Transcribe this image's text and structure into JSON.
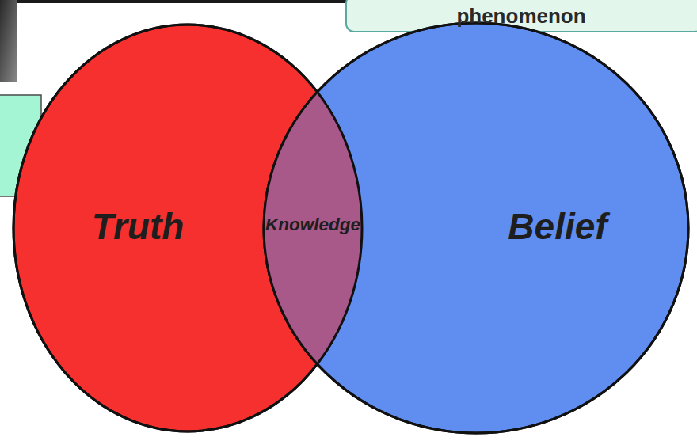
{
  "diagram": {
    "nodes": [
      {
        "text": [
          "Truth"
        ]
      },
      {
        "text": [
          "Knowledge"
        ]
      },
      {
        "text": [
          "Belief"
        ]
      }
    ],
    "labels": [
      "phenomenon"
    ]
  }
}
